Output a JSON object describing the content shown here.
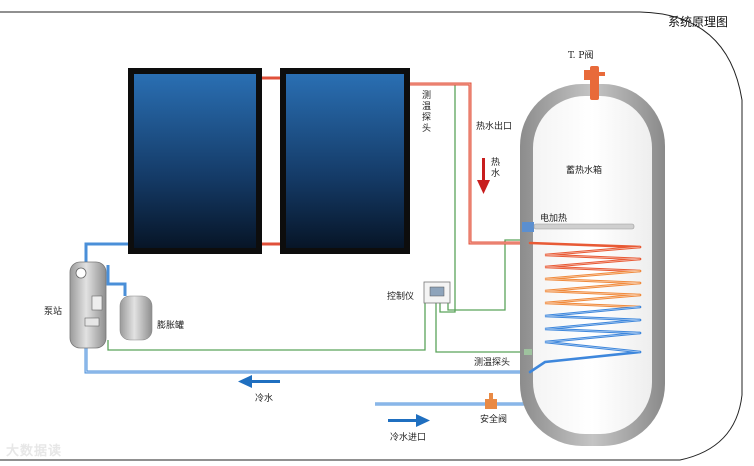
{
  "diagram": {
    "title": "系统原理图",
    "watermark": "大数据读",
    "labels": {
      "tp_valve": "T. P阀",
      "hot_water_outlet": "热水出口",
      "storage_tank": "蓄热水箱",
      "hot_water_flow": "热水",
      "electric_heater": "电加热",
      "controller": "控制仪",
      "temp_probe_top": "测温探头",
      "temp_probe_bottom": "测温探头",
      "pump_station": "泵站",
      "expansion_tank": "膨胀罐",
      "cold_water": "冷水",
      "safety_valve": "安全阀",
      "cold_water_inlet": "冷水进口"
    },
    "colors": {
      "hot_pipe": "#e0503a",
      "cold_pipe": "#4a8fd8",
      "sensor_wire": "#5aa35a",
      "flow_arrow_hot": "#c81e1e",
      "flow_arrow_cold": "#1f6fc0",
      "collector": "#1b4f8a"
    },
    "icons": [
      "collector-panel",
      "storage-tank",
      "pump-station",
      "expansion-tank",
      "controller",
      "heat-exchanger-coil",
      "electric-heater",
      "tp-valve",
      "safety-valve"
    ]
  }
}
